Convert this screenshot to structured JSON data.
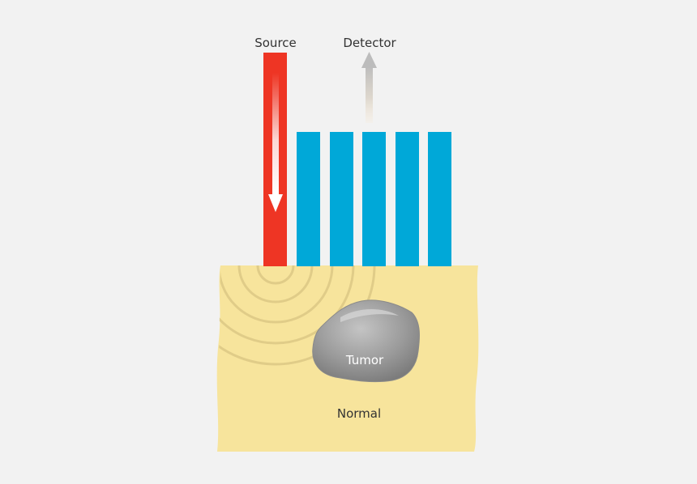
{
  "labels": {
    "source": "Source",
    "detector": "Detector",
    "tumor": "Tumor",
    "normal": "Normal"
  },
  "colors": {
    "background": "#f2f2f2",
    "tissue": "#f7e49c",
    "source_bar": "#ee3524",
    "detector_bars": "#00a8d8",
    "tumor": "#8f8f8f",
    "waves": "#e0cc88",
    "detector_arrow": "#bcbcbc"
  },
  "icons": {
    "source_arrow": "arrow-down-icon",
    "detector_arrow": "arrow-up-icon"
  },
  "detector_bar_count": 5,
  "wave_arc_count": 5
}
